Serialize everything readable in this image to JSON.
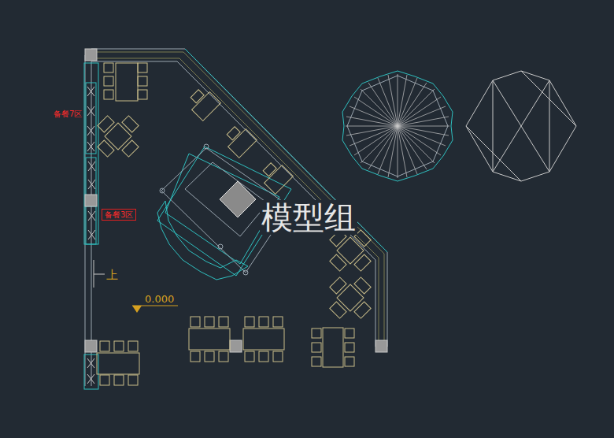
{
  "diagram": {
    "nodes": [
      {
        "text": [
          "备餐3区"
        ]
      }
    ],
    "labels": [
      "备餐7区",
      "上",
      "0.000",
      "模型组"
    ]
  }
}
